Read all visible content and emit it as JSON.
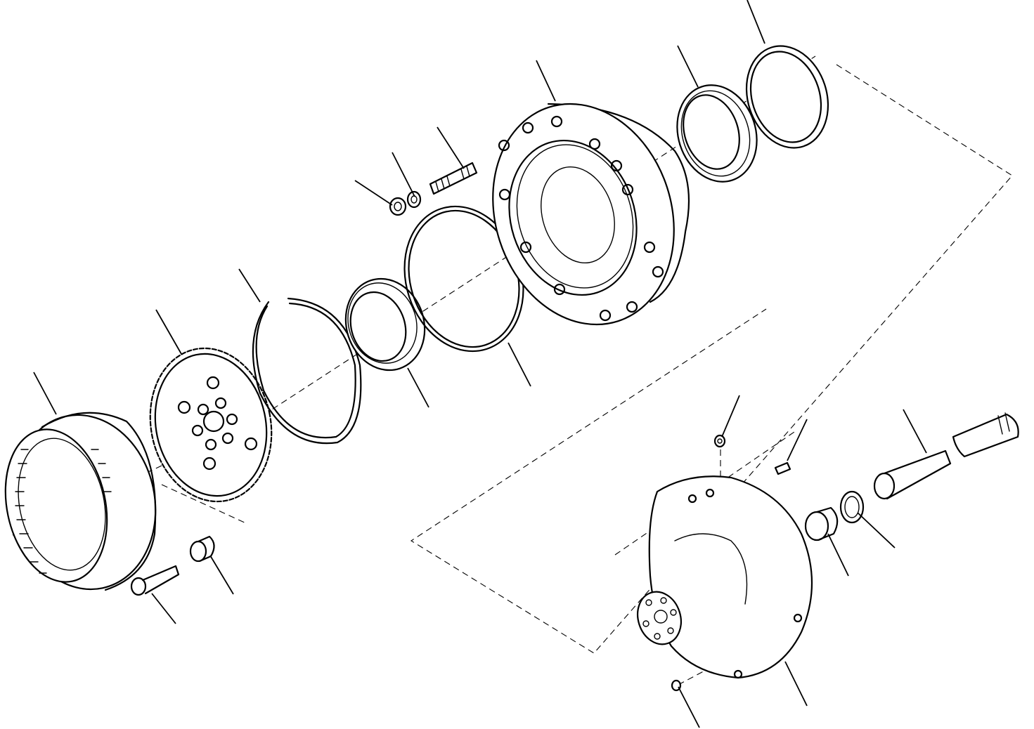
{
  "diagram": {
    "type": "exploded-parts-view",
    "line_color": "#000000",
    "background": "#ffffff",
    "parts": [
      "ring-gear",
      "planet-carrier",
      "snap-ring",
      "bearing-small",
      "o-ring",
      "nut",
      "washer",
      "stud",
      "wheel-hub",
      "bearing-large",
      "seal-ring",
      "bolt",
      "bushing",
      "grease-fitting",
      "spindle-housing",
      "pin",
      "sleeve",
      "seal",
      "drive-shaft",
      "plug"
    ]
  }
}
